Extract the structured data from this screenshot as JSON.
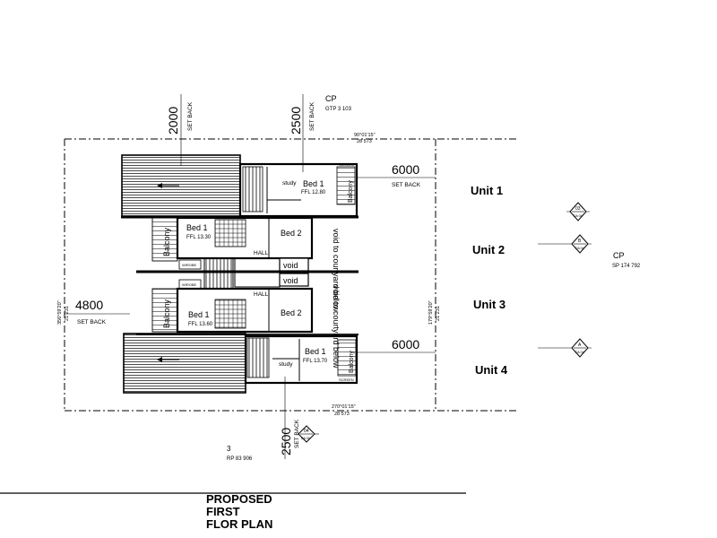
{
  "title": {
    "line1": "PROPOSED",
    "line2": "FIRST",
    "line3": "FLOR PLAN"
  },
  "units": [
    "Unit 1",
    "Unit 2",
    "Unit 3",
    "Unit 4"
  ],
  "setbacks": {
    "top_left_value": "2000",
    "top_right_value": "2500",
    "set_back": "SET BACK",
    "left_value": "4800",
    "right_top_value": "6000",
    "right_bottom_value": "6000",
    "bottom_value": "2500"
  },
  "lots": {
    "top_cp": "CP",
    "top_cp_ref": "GTP 3 103",
    "right_cp": "CP",
    "right_cp_ref": "SP 174 792",
    "bottom_lot": "3",
    "bottom_lot_ref": "RP 83 906"
  },
  "bearings": {
    "top": "90°01'15\"",
    "top_dist": "28 573",
    "bottom": "270°01'15\"",
    "bottom_dist": "28 573",
    "left": "356°59'20\"",
    "left_dist": "21 231",
    "right": "179°59'20\"",
    "right_dist": "21 231"
  },
  "rooms": {
    "bed1": "Bed 1",
    "bed2": "Bed 2",
    "study": "study",
    "hall": "HALL",
    "void": "void",
    "void_courtyard": "void to courtyard below",
    "wirobe": "WIROBE",
    "balcony": "Balcony",
    "screen": "SCREEN",
    "ffl_u1": "FFL 12.80",
    "ffl_u2": "FFL 13.30",
    "ffl_u3": "FFL 13.60",
    "ffl_u4": "FFL 13.70"
  },
  "section_markers": {
    "m1_top": "03",
    "m1_bottom": "DA 04",
    "m2_top": "B",
    "m2_bottom": "DA 04",
    "m3_top": "A",
    "m3_bottom": "DA 04",
    "m4_top": "04",
    "m4_bottom": "DA 06"
  }
}
